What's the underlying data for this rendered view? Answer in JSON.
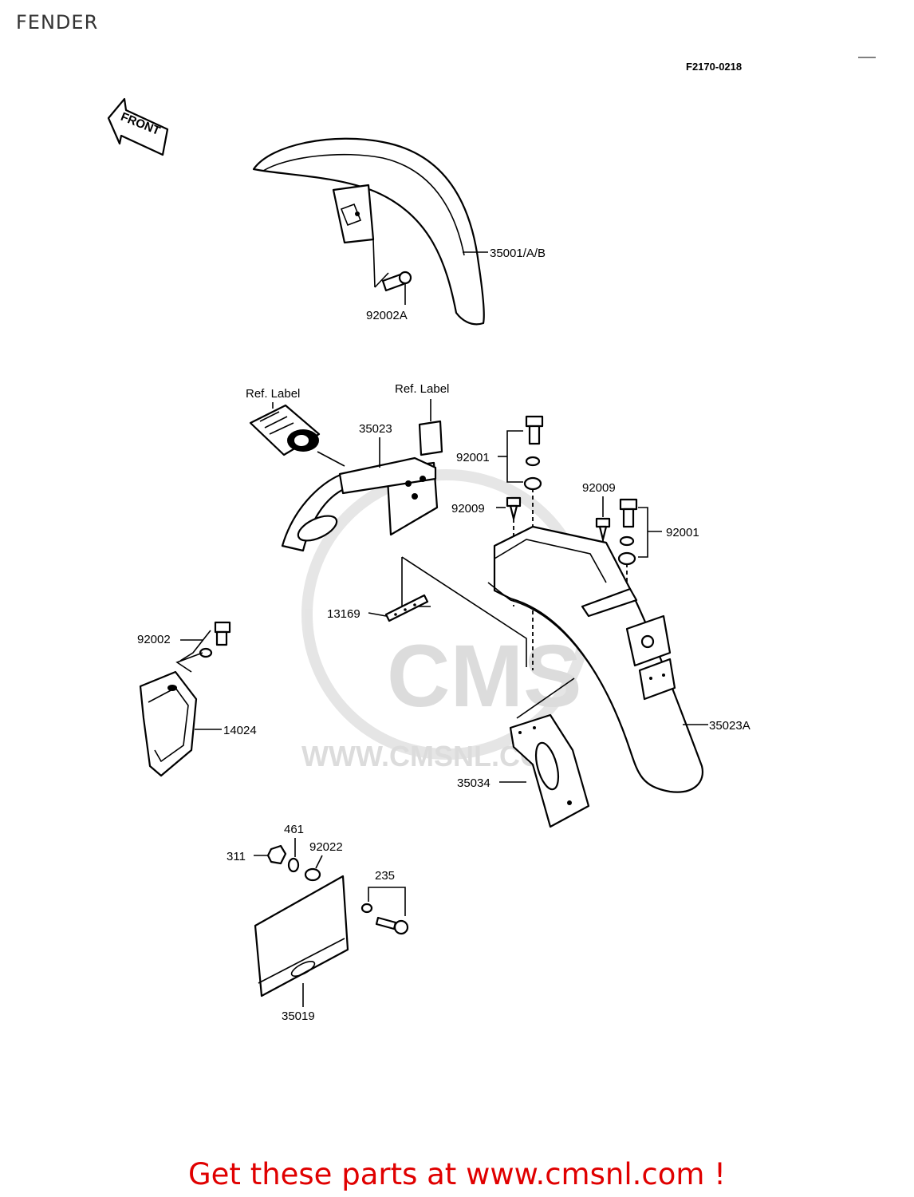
{
  "page": {
    "title": "FENDER"
  },
  "diagram": {
    "figure_code": "F2170-0218",
    "front_marker": "FRONT",
    "ref_labels": [
      "Ref. Label",
      "Ref. Label"
    ],
    "parts": [
      {
        "ref": "35001/A/B"
      },
      {
        "ref": "92002A"
      },
      {
        "ref": "35023"
      },
      {
        "ref": "92001"
      },
      {
        "ref": "92009"
      },
      {
        "ref": "92009"
      },
      {
        "ref": "92001"
      },
      {
        "ref": "13169"
      },
      {
        "ref": "92002"
      },
      {
        "ref": "14024"
      },
      {
        "ref": "35023A"
      },
      {
        "ref": "35034"
      },
      {
        "ref": "461"
      },
      {
        "ref": "311"
      },
      {
        "ref": "92022"
      },
      {
        "ref": "235"
      },
      {
        "ref": "35019"
      }
    ]
  },
  "watermark": {
    "brand": "CMS",
    "url": "WWW.CMSNL.COM"
  },
  "footer": {
    "text": "Get these parts at www.cmsnl.com !"
  }
}
